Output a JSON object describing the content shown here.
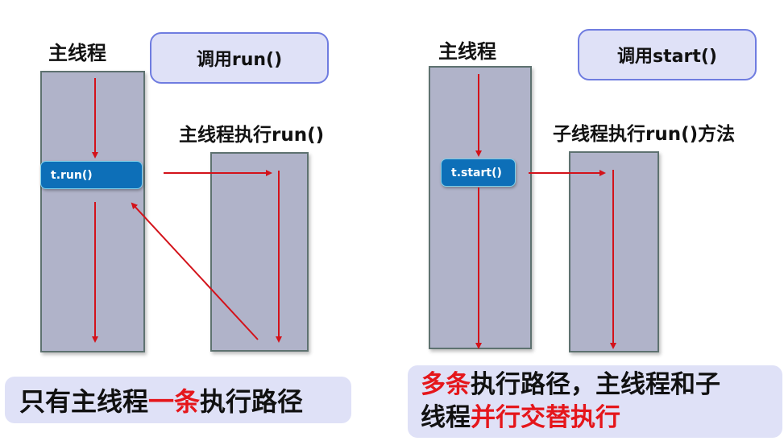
{
  "left_panel": {
    "thread_label": "主线程",
    "callout": "调用run()",
    "call_box": "t.run()",
    "second_label": "主线程执行run()",
    "summary": {
      "parts": [
        {
          "text": "只有主线程",
          "highlight": false
        },
        {
          "text": "一条",
          "highlight": true
        },
        {
          "text": "执行路径",
          "highlight": false
        }
      ]
    }
  },
  "right_panel": {
    "thread_label": "主线程",
    "callout": "调用start()",
    "call_box": "t.start()",
    "second_label": "子线程执行run()方法",
    "summary": {
      "line1": [
        {
          "text": "多条",
          "highlight": true
        },
        {
          "text": "执行路径，主线程和子",
          "highlight": false
        }
      ],
      "line2": [
        {
          "text": "线程",
          "highlight": false
        },
        {
          "text": "并行交替执行",
          "highlight": true
        }
      ]
    }
  },
  "colors": {
    "arrow": "#d3121a",
    "thread_box": "#b0b3c9",
    "call_box": "#0d6fb8",
    "callout_bg": "#dfe1f7",
    "callout_border": "#6f7ce0",
    "highlight_text": "#e5161b"
  }
}
